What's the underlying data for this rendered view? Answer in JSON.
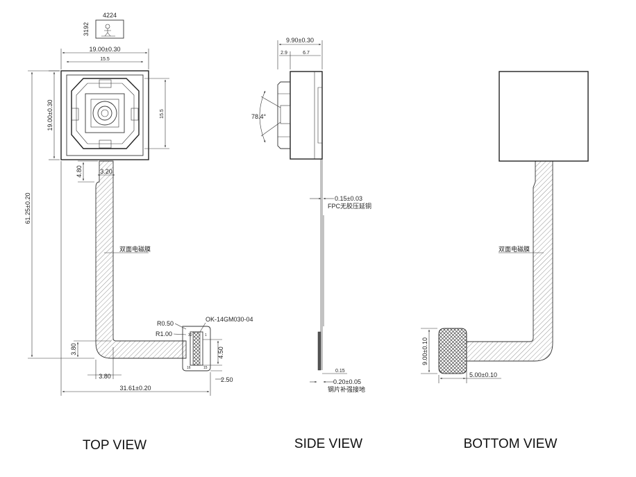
{
  "top_view": {
    "caption": "TOP VIEW",
    "sensor_w": "4224",
    "sensor_h": "3192",
    "width_dim": "19.00±0.30",
    "inner_w": "15.5",
    "height_dim": "19.00±0.30",
    "inner_h": "15.5",
    "total_length": "61.25±0.20",
    "neck_len": "4.80",
    "neck_w": "3.20",
    "film_label": "双面电磁膜",
    "r_inner": "R0.50",
    "r_outer": "R1.00",
    "connector": "OK-14GM030-04",
    "elbow_h": "3.80",
    "elbow_w": "3.80",
    "conn_h": "4.50",
    "conn_off": "2.50",
    "total_width": "31.61±0.20",
    "pin_a": "30",
    "pin_b": "1",
    "pin_c": "16",
    "pin_d": "15"
  },
  "side_view": {
    "caption": "SIDE VIEW",
    "total": "9.90±0.30",
    "part_a": "2.9",
    "part_b": "6.7",
    "angle": "78.4°",
    "fpc_thk": "0.15±0.03",
    "fpc_note": "FPC无胶压延铜",
    "stiff_a": "0.15",
    "stiff_thk": "0.20±0.05",
    "stiff_note": "钢片补强接地"
  },
  "bottom_view": {
    "caption": "BOTTOM VIEW",
    "film_label": "双面电磁膜",
    "pad_h": "9.00±0.10",
    "pad_w": "5.00±0.10"
  }
}
